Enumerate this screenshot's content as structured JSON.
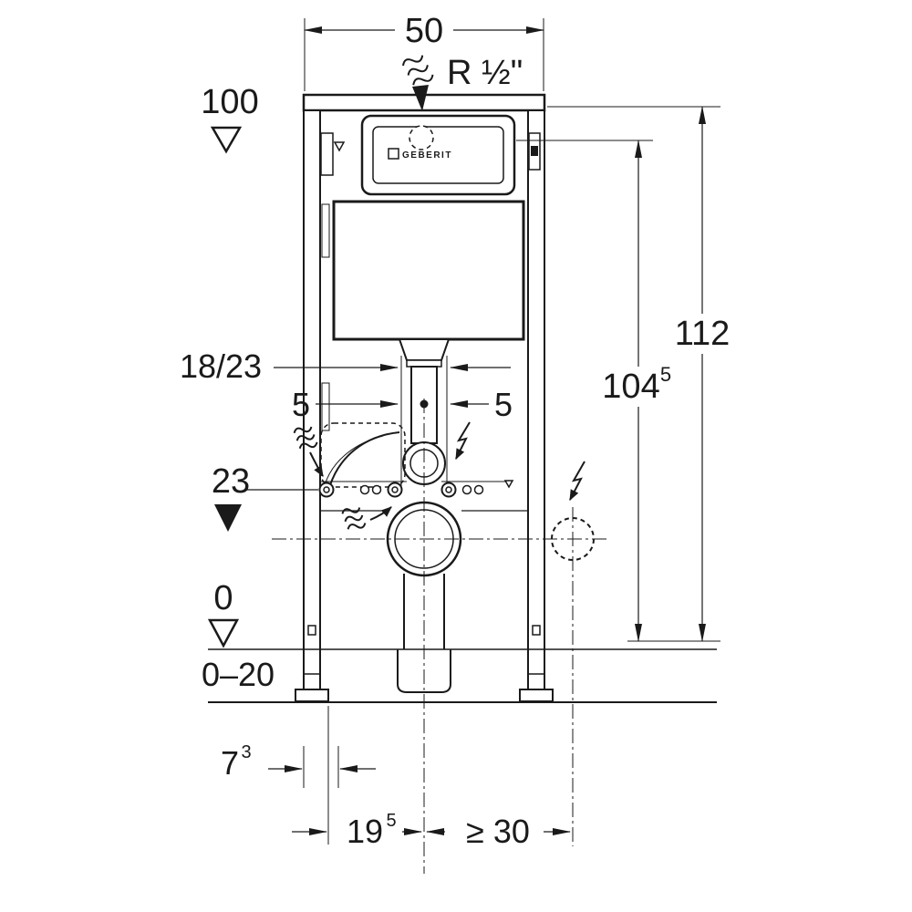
{
  "meta": {
    "drawing_type": "technical dimensional drawing",
    "subject": "Wall-hung WC installation frame with concealed cistern, front view",
    "units": "cm",
    "line_color": "#1a1a1a",
    "background_color": "#ffffff"
  },
  "labels": {
    "top_width": "50",
    "supply_thread": "R ½\"",
    "level_100": "100",
    "overall_height": "112",
    "height_104": "104",
    "height_104_sup": "5",
    "offset_18_23": "18/23",
    "five_left": "5",
    "five_right": "5",
    "level_23": "23",
    "level_0": "0",
    "foot_adjust_range": "0–20",
    "dim_7": "7",
    "dim_7_sup": "3",
    "dim_19": "19",
    "dim_19_sup": "5",
    "dim_min_30": "≥ 30",
    "brand": "GEBERIT"
  }
}
